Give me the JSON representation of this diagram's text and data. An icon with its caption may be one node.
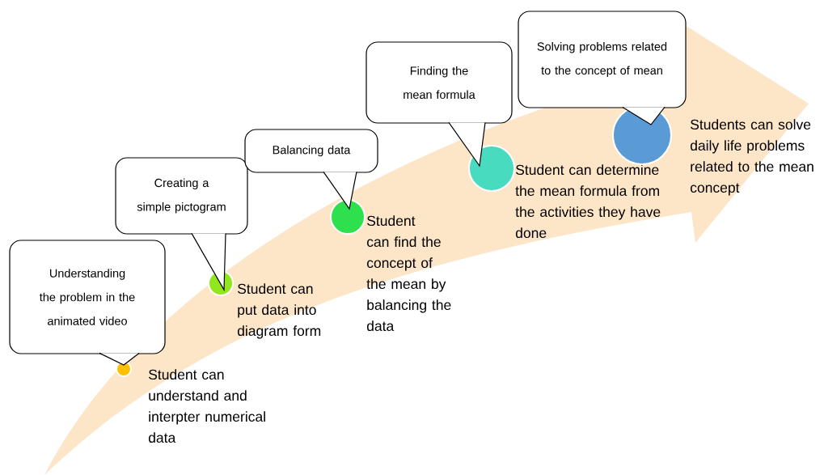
{
  "diagram": {
    "nodes": [
      {
        "text": [
          "Understanding the problem in the animated video"
        ]
      },
      {
        "text": [],
        "shape": "circle",
        "beside": [
          "Student can understand and interpter numerical data"
        ]
      },
      {
        "text": [
          "Creating a simple pictogram"
        ]
      },
      {
        "text": [],
        "shape": "circle",
        "beside": [
          "Student can put data into diagram form"
        ]
      },
      {
        "text": [
          "Balancing data"
        ]
      },
      {
        "text": [],
        "shape": "circle",
        "beside": [
          "Student can find the concept of the mean by balancing the data"
        ]
      },
      {
        "text": [
          "Finding the mean formula"
        ]
      },
      {
        "text": [],
        "shape": "circle",
        "beside": [
          "Student can determine the mean formula from the activities they have done"
        ]
      },
      {
        "text": [
          "Solving problems related to the concept of mean"
        ]
      },
      {
        "text": [],
        "shape": "circle",
        "beside": [
          "Students can solve daily life problems related to the mean concept"
        ]
      }
    ]
  }
}
